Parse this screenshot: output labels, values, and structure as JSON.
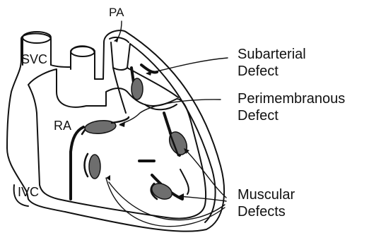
{
  "diagram": {
    "chamber_labels": {
      "pa": "PA",
      "svc": "SVC",
      "ra": "RA",
      "ivc": "IVC"
    },
    "defect_labels": {
      "subarterial_line1": "Subarterial",
      "subarterial_line2": "Defect",
      "perimembranous_line1": "Perimembranous",
      "perimembranous_line2": "Defect",
      "muscular_line1": "Muscular",
      "muscular_line2": "Defects"
    },
    "colors": {
      "stroke": "#111111",
      "defect_fill": "#6e6e6e",
      "background": "#ffffff"
    }
  }
}
